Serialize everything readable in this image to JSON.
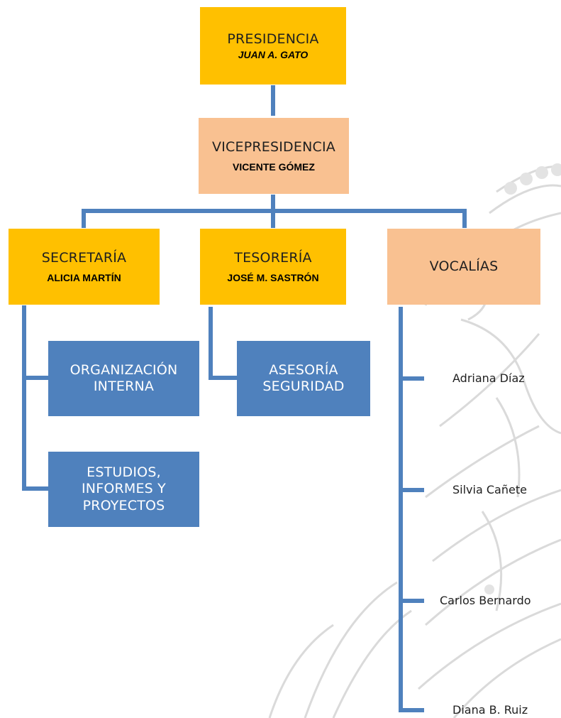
{
  "presidencia": {
    "title": "PRESIDENCIA",
    "name": "JUAN A. GATO"
  },
  "vicepresidencia": {
    "title": "VICEPRESIDENCIA",
    "name": "VICENTE GÓMEZ"
  },
  "secretaria": {
    "title": "SECRETARÍA",
    "name": "ALICIA MARTÍN"
  },
  "tesoreria": {
    "title": "TESORERÍA",
    "name": "JOSÉ M. SASTRÓN"
  },
  "vocalias": {
    "title": "VOCALÍAS"
  },
  "organizacion": {
    "line1": "ORGANIZACIÓN",
    "line2": "INTERNA"
  },
  "estudios": {
    "line1": "ESTUDIOS,",
    "line2": "INFORMES Y",
    "line3": "PROYECTOS"
  },
  "asesoria": {
    "line1": "ASESORÍA",
    "line2": "SEGURIDAD"
  },
  "vocales": [
    "Adriana Díaz",
    "Silvia Cañete",
    "Carlos Bernardo",
    "Diana B. Ruiz"
  ],
  "colors": {
    "gold": "#ffc000",
    "peach": "#f9c191",
    "blue": "#4f81bd",
    "connector": "#4f81bd"
  }
}
